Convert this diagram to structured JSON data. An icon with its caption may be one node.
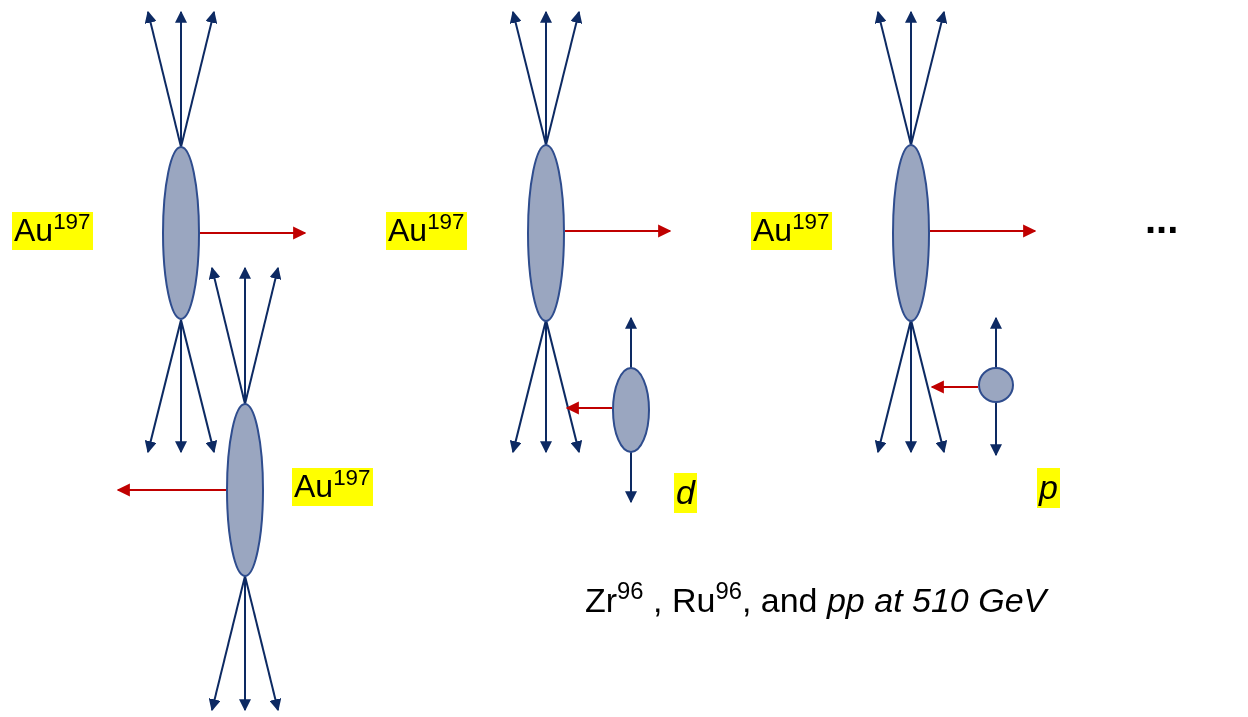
{
  "diagram": {
    "labels": [
      "Au$^{197}$",
      "Au$^{197}$",
      "Au$^{197}$",
      "...",
      "Au$^{197}$",
      "d",
      "p",
      "Zr$^{96}$ , Ru$^{96}$, and *pp at 510 GeV*"
    ]
  }
}
